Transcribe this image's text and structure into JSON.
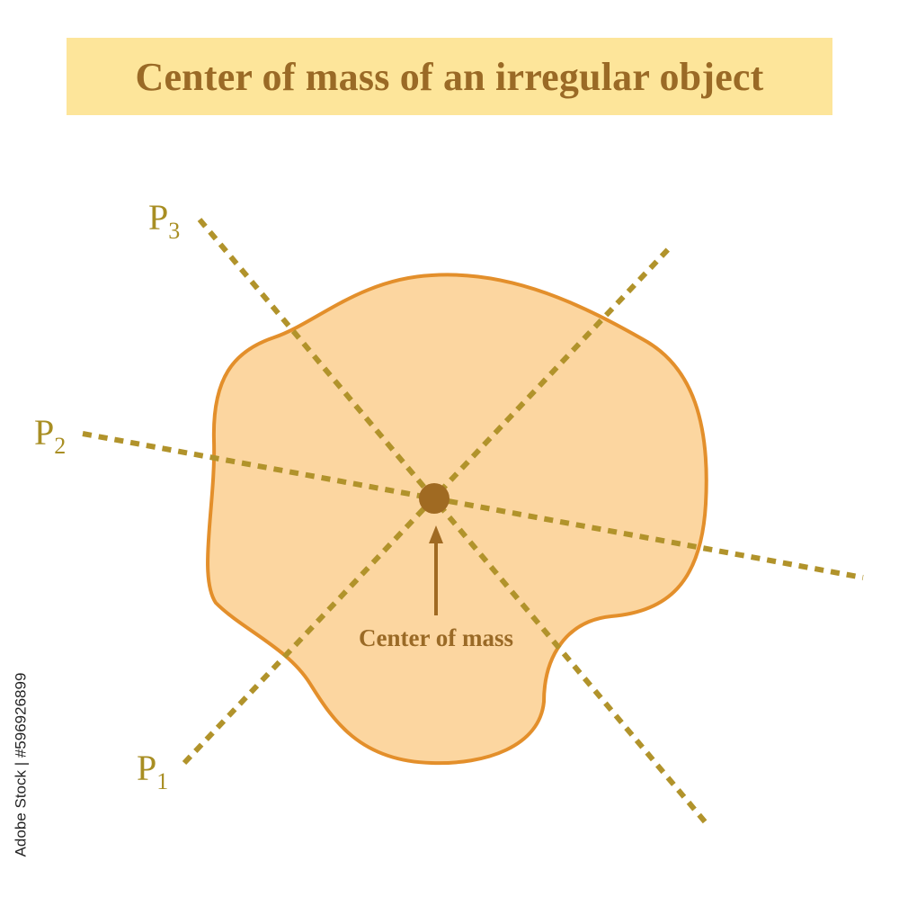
{
  "title": "Center of mass of an irregular object",
  "center_label": "Center of mass",
  "points": [
    {
      "id": "p1",
      "letter": "P",
      "subscript": "1"
    },
    {
      "id": "p2",
      "letter": "P",
      "subscript": "2"
    },
    {
      "id": "p3",
      "letter": "P",
      "subscript": "3"
    }
  ],
  "watermark": "Adobe Stock | #596926899",
  "colors": {
    "banner": "#fde59a",
    "title_text": "#9a6a26",
    "shape_fill": "#fcd6a0",
    "shape_stroke": "#e38f2b",
    "dotted_line": "#b1932b",
    "center_dot": "#a06a22",
    "label_text": "#a88e23"
  }
}
